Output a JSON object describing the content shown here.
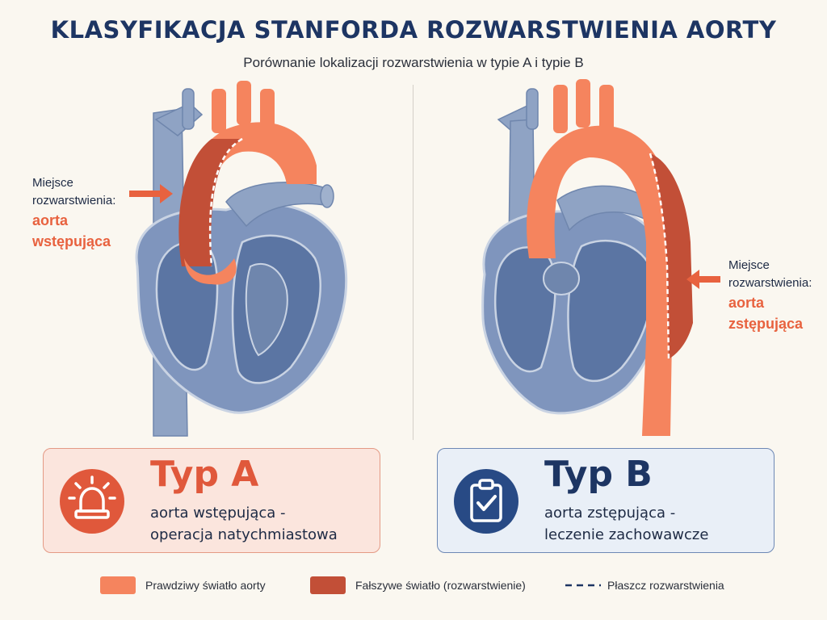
{
  "header": {
    "title": "KLASYFIKACJA STANFORDA ROZWARSTWIENIA AORTY",
    "subtitle": "Porównanie lokalizacji rozwarstwienia w typie A i typie B"
  },
  "panel_a": {
    "callout_label_line1": "Miejsce",
    "callout_label_line2": "rozwarstwienia:",
    "callout_value_line1": "aorta",
    "callout_value_line2": "wstępująca",
    "card_title": "Typ A",
    "card_desc_line1": "aorta wstępująca -",
    "card_desc_line2": "operacja natychmiastowa",
    "icon": "alarm-siren-icon"
  },
  "panel_b": {
    "callout_label_line1": "Miejsce",
    "callout_label_line2": "rozwarstwienia:",
    "callout_value_line1": "aorta",
    "callout_value_line2": "zstępująca",
    "card_title": "Typ B",
    "card_desc_line1": "aorta zstępująca -",
    "card_desc_line2": "leczenie zachowawcze",
    "icon": "clipboard-check-icon"
  },
  "legend": {
    "true_lumen": "Prawdziwy światło aorty",
    "false_lumen": "Fałszywe światło (rozwarstwienie)",
    "flap": "Płaszcz rozwarstwienia"
  },
  "colors": {
    "true_lumen": "#f5845e",
    "false_lumen": "#c24f37",
    "heart_blue": "#8fa3c4",
    "heart_dark": "#5b75a3",
    "navy": "#1d3563",
    "accent": "#e8623f"
  }
}
